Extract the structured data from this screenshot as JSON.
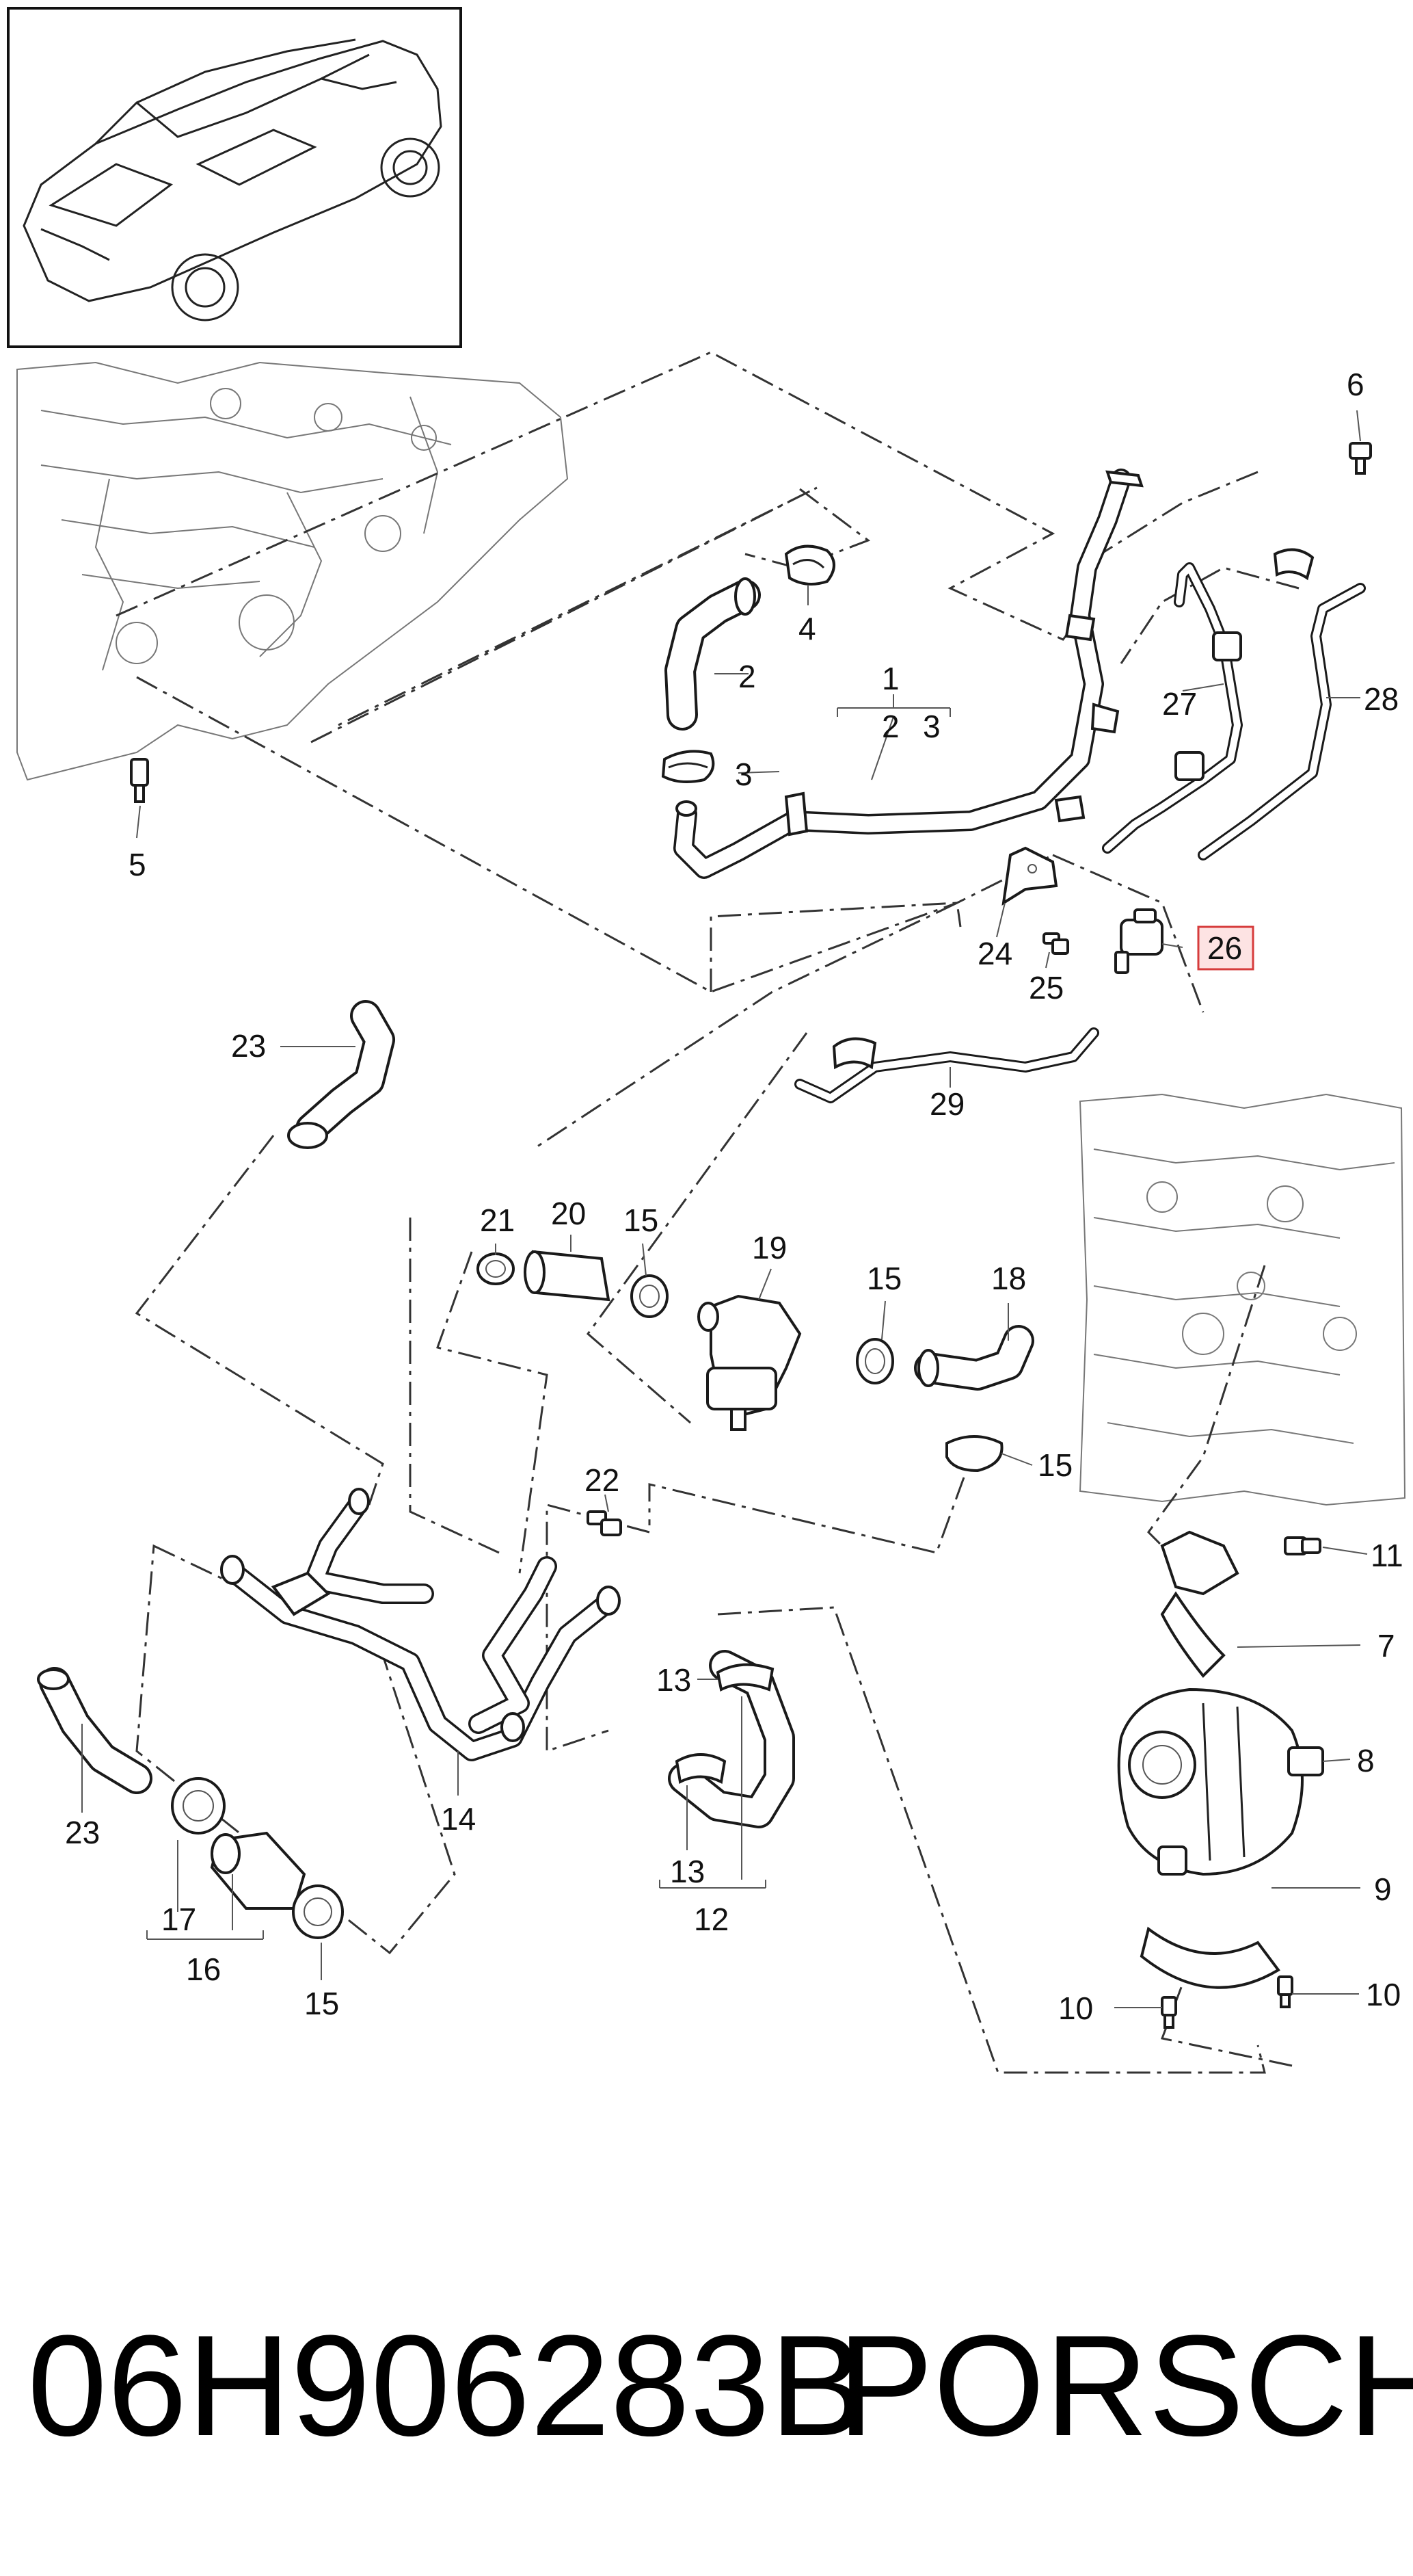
{
  "callouts": {
    "c1": "1",
    "c2": "2",
    "c3": "3",
    "c4": "4",
    "c5": "5",
    "c6": "6",
    "c7": "7",
    "c8": "8",
    "c9": "9",
    "c10": "10",
    "c11": "11",
    "c12": "12",
    "c13": "13",
    "c14": "14",
    "c15": "15",
    "c16": "16",
    "c17": "17",
    "c18": "18",
    "c19": "19",
    "c20": "20",
    "c21": "21",
    "c22": "22",
    "c23": "23",
    "c24": "24",
    "c25": "25",
    "c26": "26",
    "c27": "27",
    "c28": "28",
    "c29": "29"
  },
  "highlighted_callout": "26",
  "part_number": "06H906283B",
  "brand": "PORSCHE",
  "colors": {
    "highlight_fill": "#fde3e3",
    "highlight_stroke": "#d63c3c",
    "line": "#1a1a1a"
  }
}
